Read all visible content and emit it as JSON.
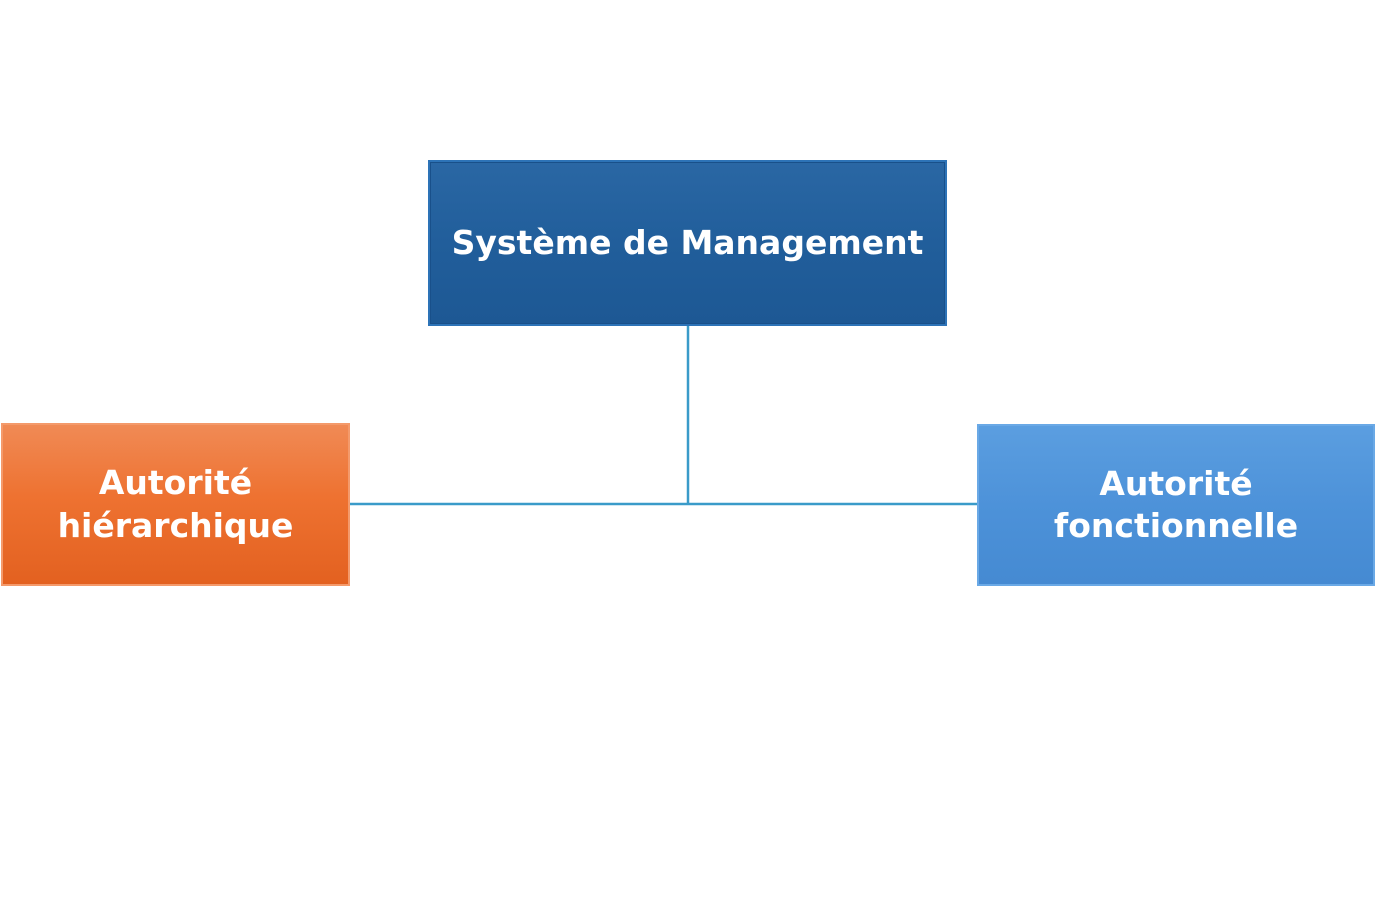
{
  "diagram": {
    "root": {
      "label": "Système de Management",
      "color": "#215e9b"
    },
    "children": [
      {
        "id": "left",
        "line1": "Autorité",
        "line2": "hiérarchique",
        "color": "#ee7231"
      },
      {
        "id": "right",
        "line1": "Autorité",
        "line2": "fonctionnelle",
        "color": "#4d92d9"
      }
    ],
    "connector_color": "#3a9bc9"
  }
}
